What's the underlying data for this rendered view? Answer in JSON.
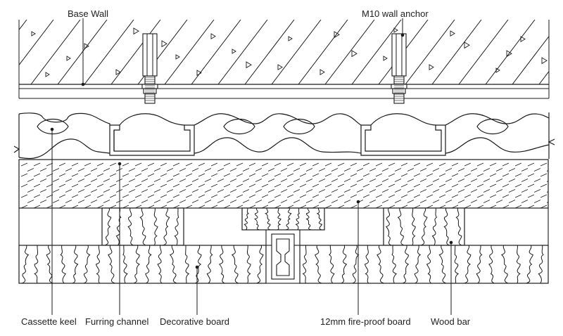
{
  "labels": {
    "base_wall": "Base Wall",
    "wall_anchor": "M10 wall anchor",
    "cassette_keel": "Cassette keel",
    "furring_channel": "Furring channel",
    "decorative_board": "Decorative board",
    "fire_proof_board": "12mm fire-proof board",
    "wood_bar": "Wood bar"
  },
  "colors": {
    "line": "#1a1a1a",
    "background": "#ffffff",
    "text": "#222222"
  }
}
